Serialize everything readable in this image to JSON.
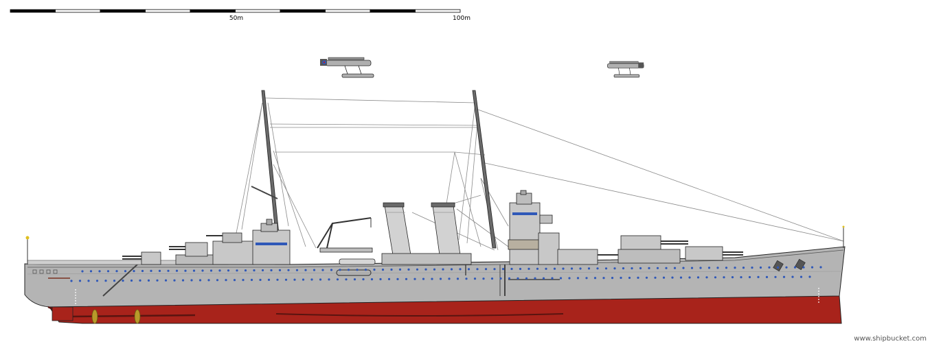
{
  "scale_bar": {
    "labels": [
      "50m",
      "100m"
    ]
  },
  "credit": {
    "text": "www.shipbucket.com"
  },
  "colors": {
    "hull_grey": "#b4b4b4",
    "superstructure_grey": "#c8c8c8",
    "deck_shadow": "#8c8c8c",
    "antifouling_red": "#a8231b",
    "porthole_blue": "#2f58b8",
    "outline": "#222222",
    "rigging": "#8a8a8a",
    "propeller": "#b89a2a",
    "flag_yellow": "#e0c020"
  }
}
